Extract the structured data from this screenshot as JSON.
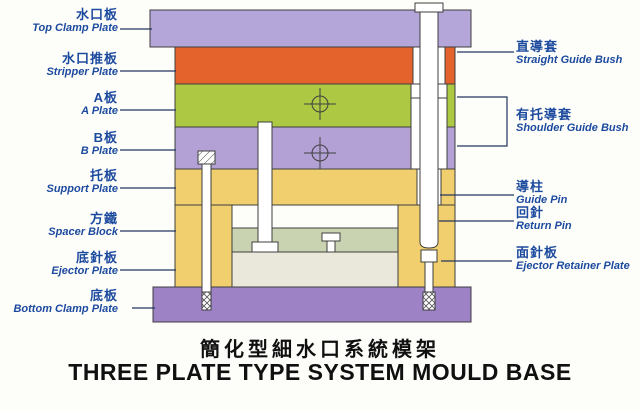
{
  "colors": {
    "top_clamp_plate": "#b5a6d9",
    "stripper_plate": "#e4622c",
    "a_plate": "#adc843",
    "b_plate": "#b3a1d5",
    "support_plate": "#f2cf6e",
    "spacer_block": "#f2cf6e",
    "ejector_retainer_plate": "#c9d3b2",
    "ejector_plate": "#e9e8db",
    "bottom_clamp_plate": "#9d82c6",
    "outline": "#3f3f3f",
    "leader_line": "#25355f",
    "label_text": "#1c4a9e",
    "title_text": "#101010"
  },
  "labels_left": [
    {
      "zh": "水口板",
      "en": "Top Clamp Plate"
    },
    {
      "zh": "水口推板",
      "en": "Stripper Plate"
    },
    {
      "zh": "A板",
      "en": "A Plate"
    },
    {
      "zh": "B板",
      "en": "B Plate"
    },
    {
      "zh": "托板",
      "en": "Support Plate"
    },
    {
      "zh": "方鐵",
      "en": "Spacer Block"
    },
    {
      "zh": "底針板",
      "en": "Ejector Plate"
    },
    {
      "zh": "底板",
      "en": "Bottom Clamp Plate"
    }
  ],
  "labels_right": [
    {
      "zh": "直導套",
      "en": "Straight Guide Bush"
    },
    {
      "zh": "有托導套",
      "en": "Shoulder Guide Bush"
    },
    {
      "zh": "導柱",
      "en": "Guide Pin"
    },
    {
      "zh": "回針",
      "en": "Return Pin"
    },
    {
      "zh": "面針板",
      "en": "Ejector Retainer Plate"
    }
  ],
  "title": {
    "zh": "簡化型細水口系統模架",
    "en": "THREE PLATE TYPE SYSTEM MOULD BASE"
  }
}
